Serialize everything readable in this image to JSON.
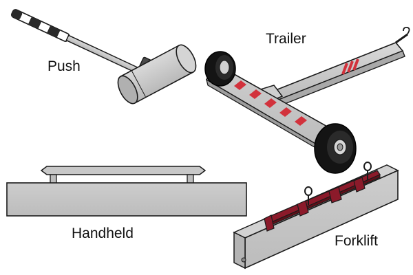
{
  "labels": {
    "push": "Push",
    "trailer": "Trailer",
    "handheld": "Handheld",
    "forklift": "Forklift"
  },
  "colors": {
    "metal": "#c6c6c6",
    "metal_dark": "#9a9a9a",
    "outline": "#1a1a1a",
    "stripe_red": "#d2323c",
    "bracket_red": "#8b1a2a",
    "tyre": "#141414"
  },
  "icons": {
    "push": "push-magnetic-sweeper",
    "trailer": "trailer-magnetic-sweeper",
    "handheld": "handheld-magnetic-sweeper",
    "forklift": "forklift-magnetic-sweeper"
  }
}
